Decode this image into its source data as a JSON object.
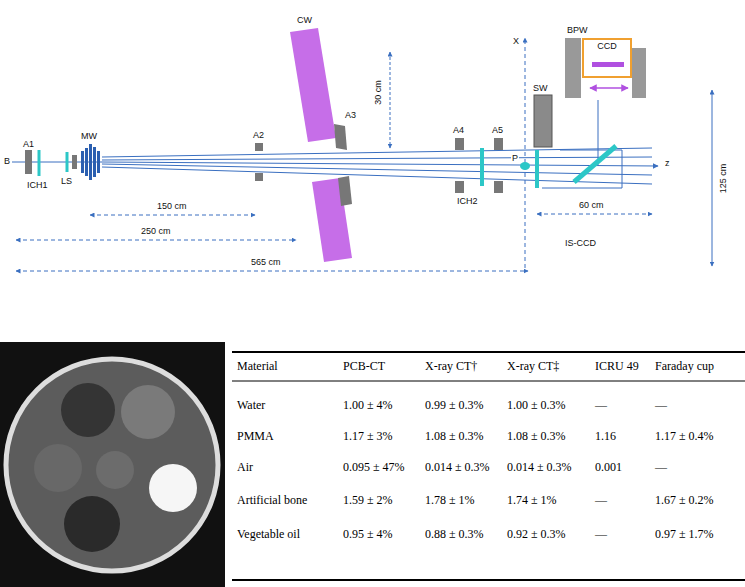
{
  "diagram": {
    "nodes": [
      {
        "text": [
          "CCD"
        ]
      }
    ],
    "labels": [
      "B",
      "A1",
      "ICH1",
      "LS",
      "MW",
      "A2",
      "CW",
      "A3",
      "30 cm",
      "A4",
      "A5",
      "ICH2",
      "P",
      "X",
      "SW",
      "BPW",
      "IS-CCD",
      "60 cm",
      "150 cm",
      "250 cm",
      "565 cm",
      "125 cm",
      "z",
      "Material",
      "PCB-CT",
      "X-ray CT†",
      "X-ray CT‡",
      "ICRU 49",
      "Faraday cup",
      "Water",
      "1.00 ± 4%",
      "0.99 ± 0.3%",
      "1.00 ± 0.3%",
      "—",
      "—",
      "PMMA",
      "1.17 ± 3%",
      "1.08 ± 0.3%",
      "1.08 ± 0.3%",
      "1.16",
      "1.17 ± 0.4%",
      "Air",
      "0.095 ± 47%",
      "0.014 ± 0.3%",
      "0.014 ± 0.3%",
      "0.001",
      "—",
      "Artificial bone",
      "1.59 ± 2%",
      "1.78 ± 1%",
      "1.74 ± 1%",
      "—",
      "1.67 ± 0.2%",
      "Vegetable oil",
      "0.95 ± 4%",
      "0.88 ± 0.3%",
      "0.92 ± 0.3%",
      "—",
      "0.97 ± 1.7%"
    ]
  }
}
